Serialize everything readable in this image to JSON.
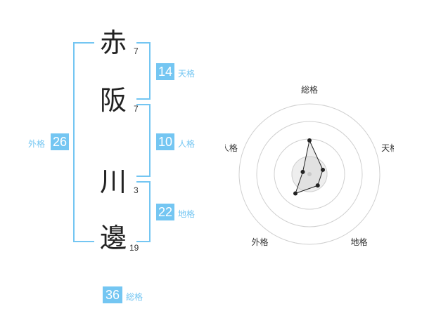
{
  "name_chars": [
    {
      "char": "赤",
      "strokes": "7"
    },
    {
      "char": "阪",
      "strokes": "7"
    },
    {
      "char": "川",
      "strokes": "3"
    },
    {
      "char": "邊",
      "strokes": "19"
    }
  ],
  "scores": {
    "tenkaku": {
      "value": "14",
      "label": "天格"
    },
    "jinkaku": {
      "value": "10",
      "label": "人格"
    },
    "chikaku": {
      "value": "22",
      "label": "地格"
    },
    "gaikaku": {
      "value": "26",
      "label": "外格"
    },
    "soukaku": {
      "value": "36",
      "label": "総格"
    }
  },
  "colors": {
    "accent": "#74c6f2",
    "text": "#222222"
  },
  "chart_data": {
    "type": "radar",
    "axes": [
      "総格",
      "天格",
      "地格",
      "外格",
      "人格"
    ],
    "values": [
      2.4,
      1.0,
      1.0,
      1.7,
      0.5
    ],
    "rlim": [
      0,
      5
    ],
    "rings": 4
  }
}
